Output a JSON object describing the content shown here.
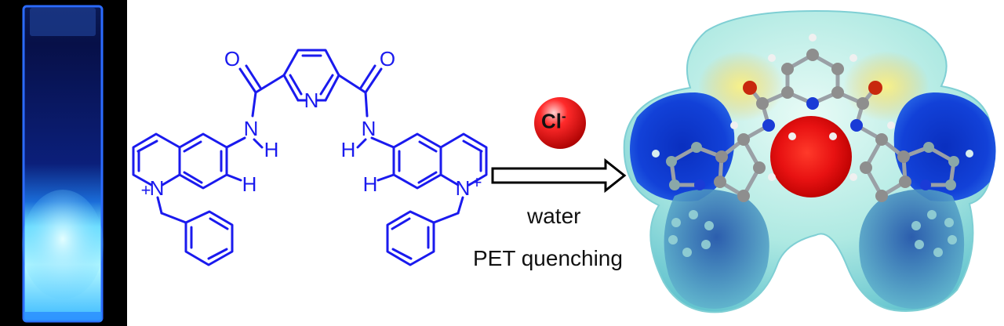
{
  "colors": {
    "structure": "#1a1aee",
    "ion": "#e00000",
    "glow": "#5fd6ff",
    "text": "#111111"
  },
  "atoms": {
    "oxygen": "O",
    "nitrogen": "N",
    "hydrogen": "H",
    "charge": "+"
  },
  "reaction": {
    "ion": "Cl",
    "ion_charge": "-",
    "solvent": "water",
    "process": "PET quenching"
  }
}
